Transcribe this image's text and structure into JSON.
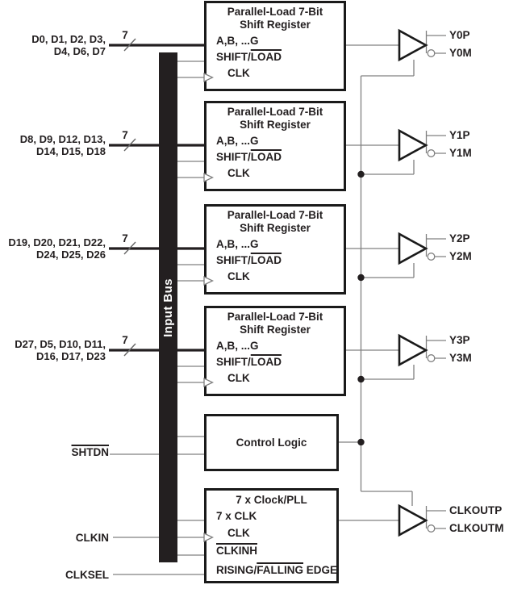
{
  "diagram": {
    "bus_label": "Input Bus",
    "inputs": [
      {
        "line1": "D0, D1, D2, D3,",
        "line2": "D4, D6, D7",
        "width_marker": "7"
      },
      {
        "line1": "D8, D9, D12, D13,",
        "line2": "D14, D15, D18",
        "width_marker": "7"
      },
      {
        "line1": "D19, D20, D21, D22,",
        "line2": "D24, D25, D26",
        "width_marker": "7"
      },
      {
        "line1": "D27, D5, D10, D11,",
        "line2": "D16, D17, D23",
        "width_marker": "7"
      }
    ],
    "shift_register": {
      "title_line1": "Parallel-Load 7-Bit",
      "title_line2": "Shift Register",
      "port_parallel": "A,B, ...G",
      "port_shift_pre": "SHIFT/",
      "port_shift_over": "LOAD",
      "port_clk": "CLK"
    },
    "control_logic": {
      "title": "Control Logic"
    },
    "clock_pll": {
      "title": "7 x Clock/PLL",
      "port_7xclk": "7 x CLK",
      "port_clk": "CLK",
      "port_clkinh": "CLKINH",
      "port_edge_pre": "RISING/",
      "port_edge_over": "FALLING",
      "port_edge_post": " EDGE"
    },
    "side_inputs": {
      "shtdn": "SHTDN",
      "clkin": "CLKIN",
      "clksel": "CLKSEL"
    },
    "outputs": [
      {
        "p": "Y0P",
        "m": "Y0M"
      },
      {
        "p": "Y1P",
        "m": "Y1M"
      },
      {
        "p": "Y2P",
        "m": "Y2M"
      },
      {
        "p": "Y3P",
        "m": "Y3M"
      },
      {
        "p": "CLKOUTP",
        "m": "CLKOUTM"
      }
    ],
    "colors": {
      "ink": "#231f20",
      "wire": "#808080",
      "bus_fill": "#231f20",
      "background": "#ffffff"
    }
  }
}
